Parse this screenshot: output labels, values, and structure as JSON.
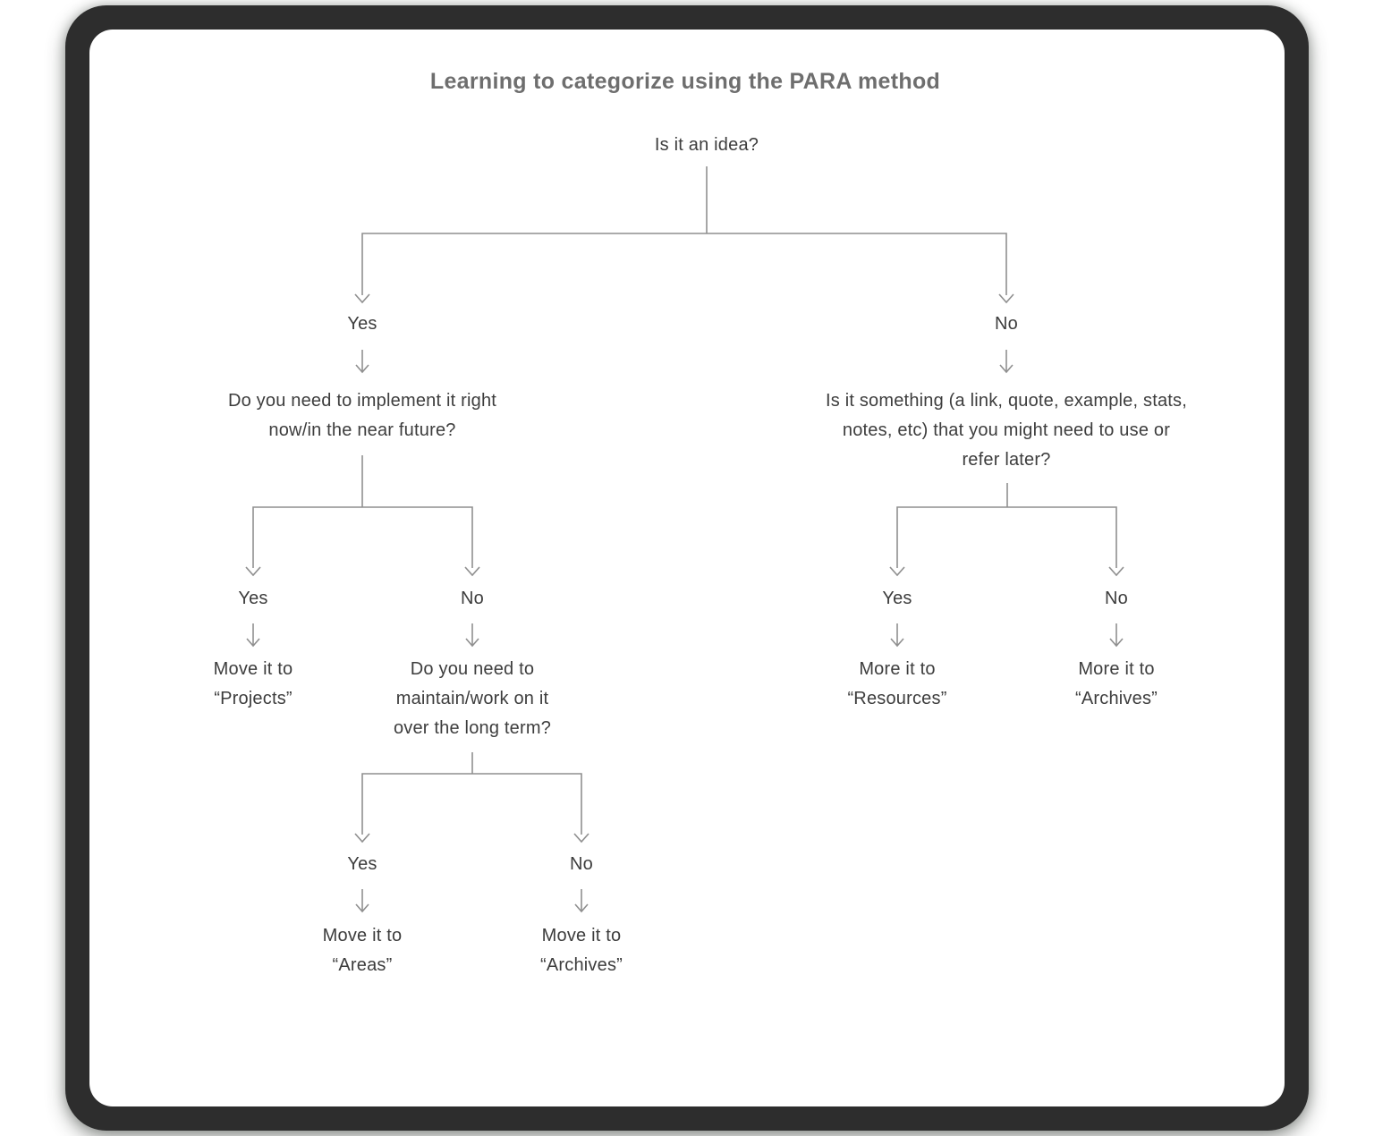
{
  "title": "Learning to categorize using the PARA method",
  "labels": {
    "yes": "Yes",
    "no": "No"
  },
  "nodes": {
    "root": "Is it an idea?",
    "q_implement": "Do you need to implement it right\nnow/in the near future?",
    "q_refer": "Is it something (a link, quote, example, stats,\nnotes, etc) that you might need to use or\nrefer later?",
    "q_maintain": "Do you need to\nmaintain/work on it\nover the long term?",
    "move_projects": "Move it to\n“Projects”",
    "more_resources": "More it to\n“Resources”",
    "more_archives": "More it to\n“Archives”",
    "move_areas": "Move it to\n“Areas”",
    "move_archives": "Move it to\n“Archives”"
  },
  "colors": {
    "frame": "#2d2d2d",
    "card": "#ffffff",
    "title": "#6e6e6e",
    "text": "#3d3d3d",
    "line": "#8f8f8f"
  }
}
